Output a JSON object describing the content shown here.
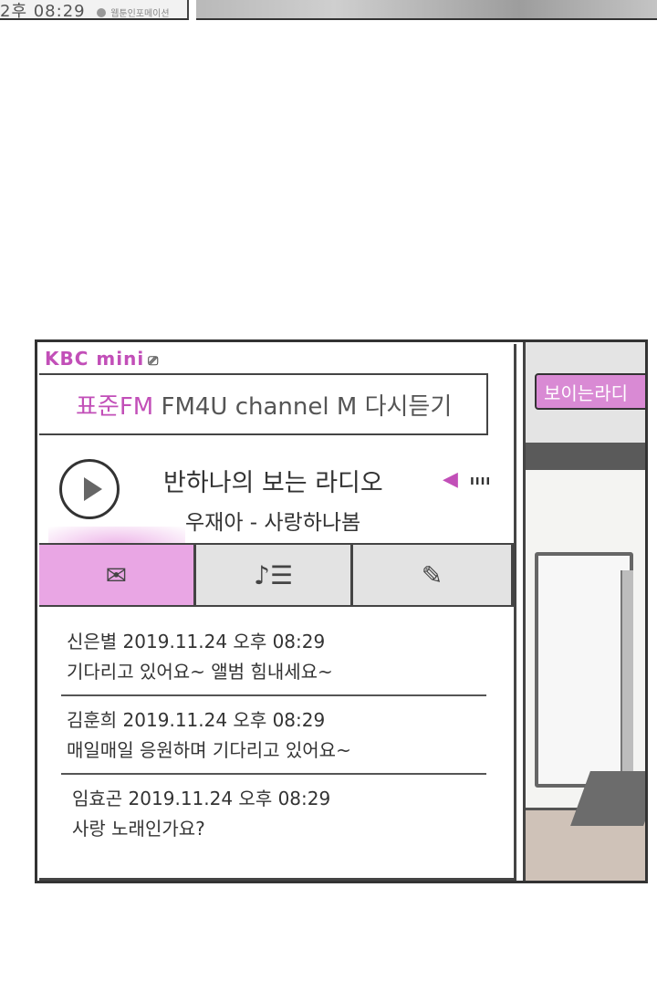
{
  "top_strip": {
    "time": "2후 08:29",
    "watermark": "웹툰인포메이션"
  },
  "app": {
    "brand": "KBC mini",
    "brand_icon": "video-camera-icon",
    "title_pink": "표준FM",
    "title_rest": " FM4U channel M 다시듣기",
    "player": {
      "show_name": "반하나의 보는 라디오",
      "song": "우재아 - 사랑하나봄",
      "play_icon": "play-icon",
      "volume_icon": "speaker-icon",
      "volume_text": "ıııı"
    },
    "tabs": [
      {
        "icon": "envelope-icon",
        "glyph": "✉",
        "active": true
      },
      {
        "icon": "music-list-icon",
        "glyph": "♪☰",
        "active": false
      },
      {
        "icon": "pencil-icon",
        "glyph": "✎",
        "active": false
      }
    ],
    "messages": [
      {
        "meta": "신은별 2019.11.24 오후 08:29",
        "text": "기다리고 있어요~ 앨범 힘내세요~"
      },
      {
        "meta": "김훈희 2019.11.24 오후 08:29",
        "text": "매일매일 응원하며 기다리고 있어요~"
      },
      {
        "meta": "임효곤 2019.11.24 오후 08:29",
        "text": "사랑 노래인가요?"
      }
    ]
  },
  "badge": {
    "label": "보이는라디"
  },
  "colors": {
    "accent": "#c24fb8",
    "active_tab": "#e9a6e4",
    "badge": "#d98ad4"
  }
}
